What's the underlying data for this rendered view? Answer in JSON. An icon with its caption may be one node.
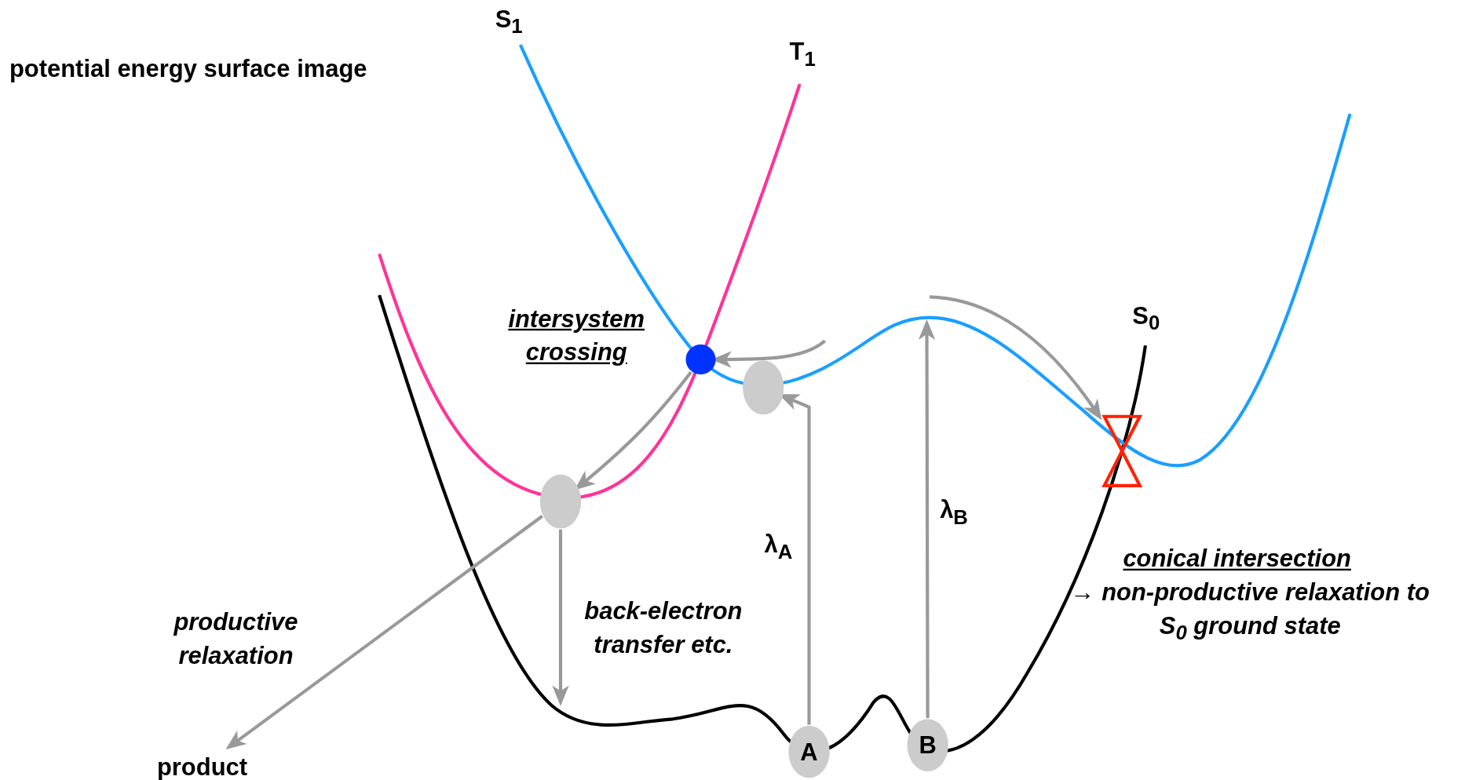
{
  "diagram": {
    "nodes": [
      {
        "text": [],
        "shape": "circle",
        "beside": [
          "intersystem crossing"
        ]
      },
      {
        "text": [],
        "shape": "circle"
      },
      {
        "text": [],
        "shape": "hourglass"
      },
      {
        "text": [],
        "shape": "circle"
      },
      {
        "text": [
          "A"
        ]
      },
      {
        "text": [
          "B"
        ]
      },
      {
        "text": [
          "product"
        ]
      }
    ],
    "edges": [
      {
        "from": null,
        "to": 0,
        "arrow": "to"
      },
      {
        "from": 0,
        "to": 3,
        "arrow": "to"
      },
      {
        "from": null,
        "to": 2,
        "arrow": "to"
      },
      {
        "from": 3,
        "to": 6,
        "arrow": "to",
        "label": "productive relaxation"
      },
      {
        "from": 3,
        "to": null,
        "arrow": "to",
        "label": "back-electron transfer etc."
      },
      {
        "from": 4,
        "to": 1,
        "arrow": "to",
        "label": "λ$_{A}$"
      },
      {
        "from": 5,
        "to": null,
        "arrow": "to",
        "label": "λ$_{B}$"
      }
    ],
    "labels": [
      "S$_{1}$",
      "potential energy surface image",
      "T$_{1}$",
      "S$_{0}$",
      "conical intersection",
      "→ non-productive relaxation to S$_{0}$ ground state"
    ]
  }
}
